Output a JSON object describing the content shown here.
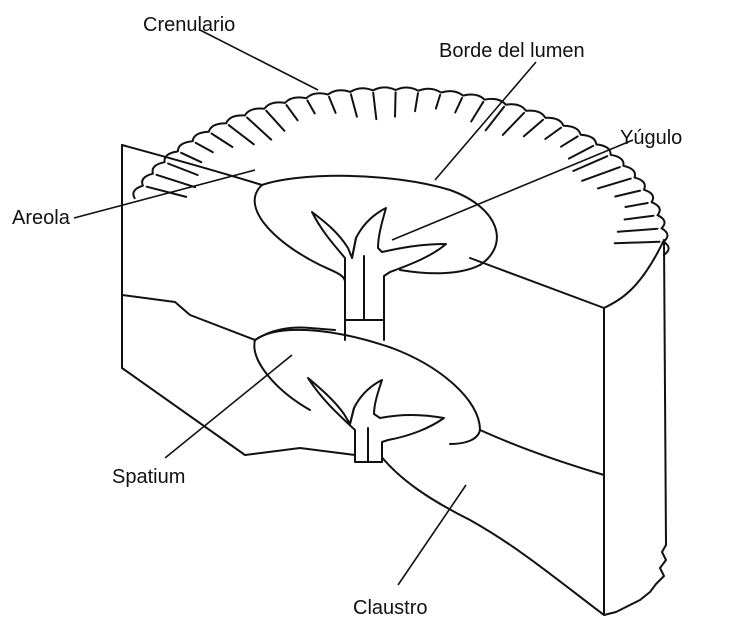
{
  "labels": {
    "crenulario": "Crenulario",
    "borde_del_lumen": "Borde del lumen",
    "yugulo": "Yúgulo",
    "areola": "Areola",
    "spatium": "Spatium",
    "claustro": "Claustro"
  }
}
